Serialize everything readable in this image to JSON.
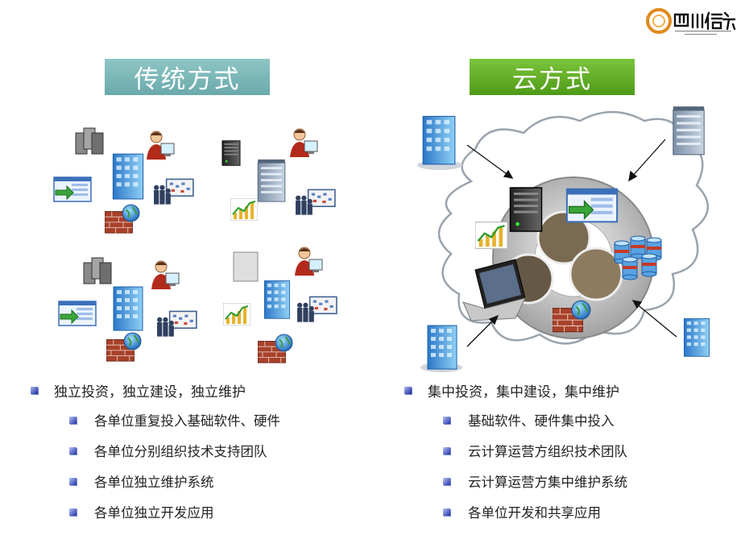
{
  "logo": {
    "name": "company-logo"
  },
  "left": {
    "title": "传统方式",
    "main_bullet": "独立投资，独立建设，独立维护",
    "sub_bullets": [
      "各单位重复投入基础软件、硬件",
      "各单位分别组织技术支持团队",
      "各单位独立维护系统",
      "各单位独立开发应用"
    ]
  },
  "right": {
    "title": "云方式",
    "main_bullet": "集中投资，集中建设，集中维护",
    "sub_bullets": [
      "基础软件、硬件集中投入",
      "云计算运营方组织技术团队",
      "云计算运营方集中维护系统",
      "各单位开发和共享应用"
    ]
  },
  "colors": {
    "title_left_bg": "#79b6b8",
    "title_right_bg": "#5aa91f",
    "bullet_square": "#2233a8",
    "logo_orange": "#e08a1e"
  }
}
